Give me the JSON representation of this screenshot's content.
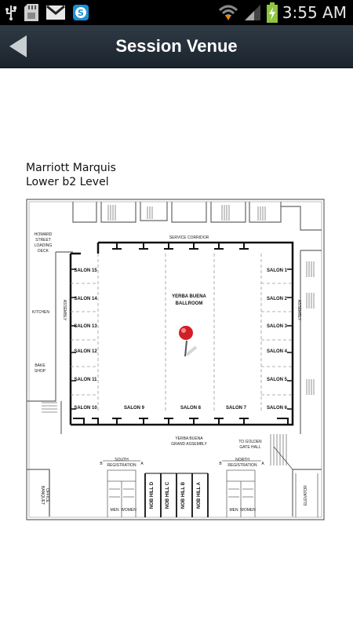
{
  "status_bar": {
    "time": "3:55 AM",
    "icons": [
      "usb-icon",
      "sd-card-icon",
      "gmail-icon",
      "skype-icon",
      "wifi-icon",
      "signal-icon",
      "battery-charging-icon"
    ]
  },
  "header": {
    "title": "Session Venue",
    "back_icon": "back-arrow-icon"
  },
  "venue": {
    "name_line1": "Marriott Marquis",
    "name_line2": "Lower b2 Level"
  },
  "map": {
    "service_corridor": "SERVICE CORRIDOR",
    "howard_street": [
      "HOWARD",
      "STREET",
      "LOADING",
      "DECK"
    ],
    "kitchen": "KITCHEN",
    "bake_shop": [
      "BAKE",
      "SHOP"
    ],
    "assembly": "ASSEMBLY",
    "ballroom": [
      "YERBA BUENA",
      "BALLROOM"
    ],
    "grand_assembly": [
      "YERBA BUENA",
      "GRAND ASSEMBLY"
    ],
    "to_golden_gate": [
      "TO GOLDEN",
      "GATE HALL"
    ],
    "south_registration": [
      "SOUTH",
      "REGISTRATION"
    ],
    "north_registration": [
      "NORTH",
      "REGISTRATION"
    ],
    "banquet_office": [
      "BANQUET",
      "OFFICE"
    ],
    "elevator": "ELEVATOR",
    "men": "MEN",
    "women": "WOMEN",
    "door_a": "A",
    "door_b": "B",
    "salons_left": [
      "SALON 15",
      "SALON 14",
      "SALON 13",
      "SALON 12",
      "SALON 11",
      "SALON 10"
    ],
    "salons_right": [
      "SALON 1",
      "SALON 2",
      "SALON 3",
      "SALON 4",
      "SALON 5",
      "SALON 6"
    ],
    "salons_bottom": [
      "SALON 9",
      "SALON 8",
      "SALON 7"
    ],
    "nob_hill": [
      "NOB HILL D",
      "NOB HILL C",
      "NOB HILL B",
      "NOB HILL A"
    ],
    "pin_color": "#d21f26"
  }
}
